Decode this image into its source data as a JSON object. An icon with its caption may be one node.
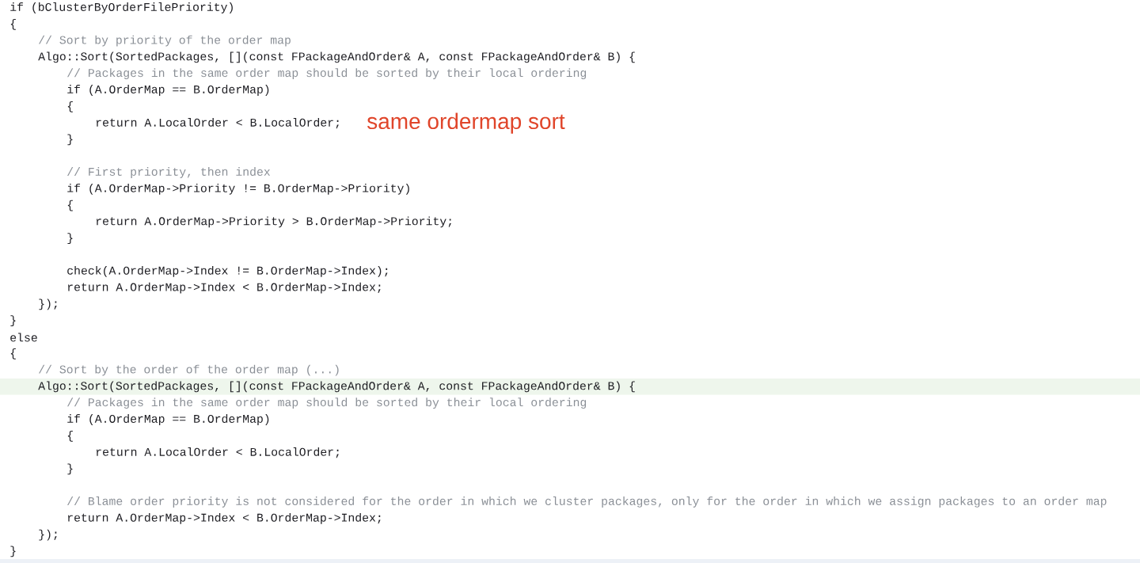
{
  "diagram": {
    "labels": [
      "if (bClusterByOrderFilePriority)",
      "{",
      "// Sort by priority of the order map",
      "Algo::Sort(SortedPackages, [](const FPackageAndOrder& A, const FPackageAndOrder& B) {",
      "// Packages in the same order map should be sorted by their local ordering",
      "if (A.OrderMap == B.OrderMap)",
      "{",
      "return A.LocalOrder < B.LocalOrder;",
      "same ordermap sort",
      "}",
      "// First priority, then index",
      "if (A.OrderMap->Priority != B.OrderMap->Priority)",
      "{",
      "return A.OrderMap->Priority > B.OrderMap->Priority;",
      "}",
      "check(A.OrderMap->Index != B.OrderMap->Index);",
      "return A.OrderMap->Index < B.OrderMap->Index;",
      "});",
      "}",
      "else",
      "{",
      "// Sort by the order of the order map (...)",
      "Algo::Sort(SortedPackages, [](const FPackageAndOrder& A, const FPackageAndOrder& B) {",
      "// Packages in the same order map should be sorted by their local ordering",
      "if (A.OrderMap == B.OrderMap)",
      "{",
      "return A.LocalOrder < B.LocalOrder;",
      "}",
      "// Blame order priority is not considered for the order in which we cluster packages, only for the order in which we assign packages to an order map",
      "return A.OrderMap->Index < B.OrderMap->Index;",
      "});",
      "}"
    ]
  }
}
